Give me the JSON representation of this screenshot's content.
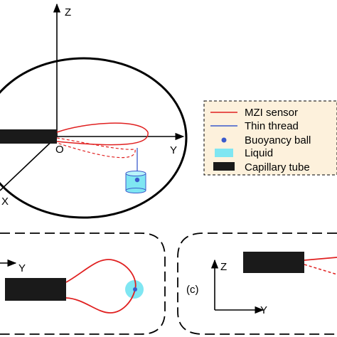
{
  "axes_3d": {
    "z": "Z",
    "y": "Y",
    "x": "X",
    "origin": "O"
  },
  "legend": {
    "items": [
      {
        "label": "MZI sensor",
        "symbol": "line",
        "color": "#e02020"
      },
      {
        "label": "Thin thread",
        "symbol": "line",
        "color": "#3b5bcc"
      },
      {
        "label": "Buoyancy ball",
        "symbol": "dot",
        "color": "#3b5bcc"
      },
      {
        "label": "Liquid",
        "symbol": "box",
        "color": "#7fe6f2"
      },
      {
        "label": "Capillary tube",
        "symbol": "box",
        "color": "#1a1a1a"
      }
    ],
    "background": "#fdf1dc"
  },
  "panel_b": {
    "axis_y": "Y"
  },
  "panel_c": {
    "tag": "(c)",
    "axis_z": "Z",
    "axis_y": "Y"
  },
  "colors": {
    "sensor": "#e02020",
    "thread": "#3b5bcc",
    "liquid": "#7fe6f2",
    "tube": "#1a1a1a"
  }
}
